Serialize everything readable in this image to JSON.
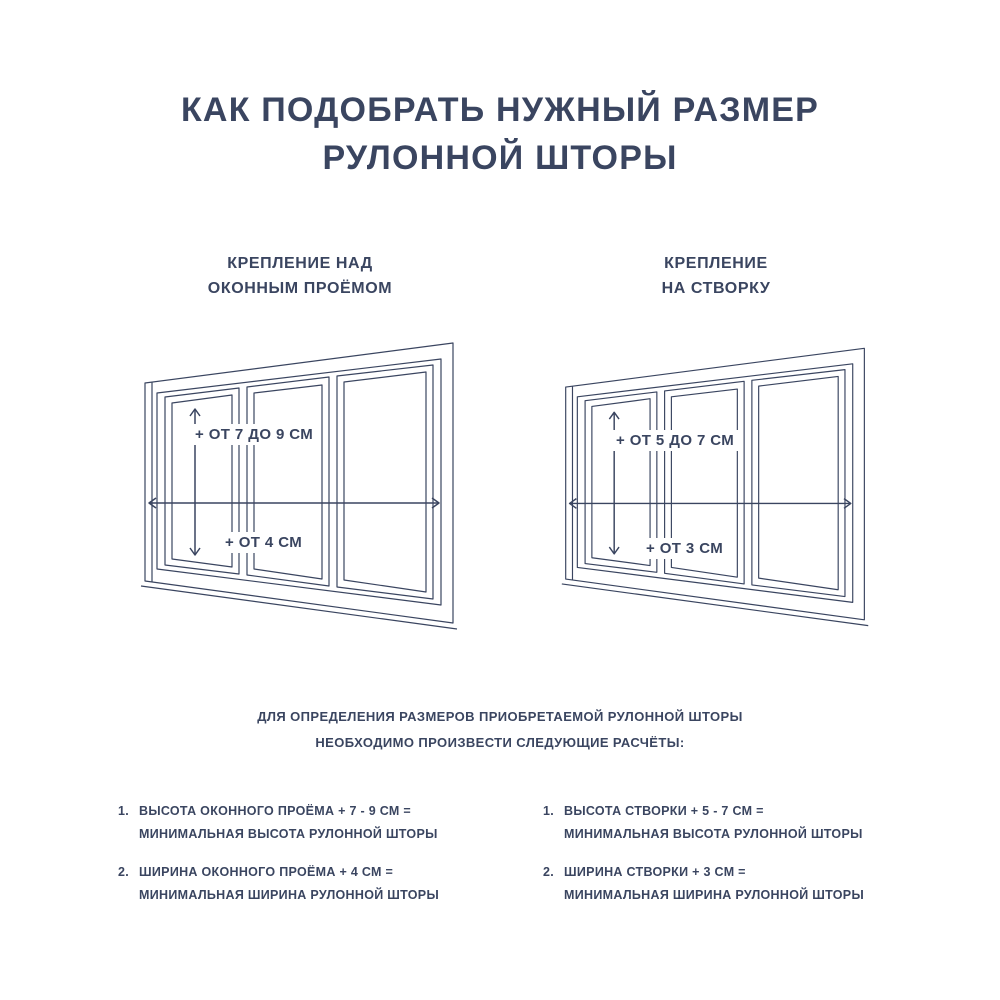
{
  "page": {
    "background": "#ffffff",
    "accent_color": "#3a4560"
  },
  "title": "КАК ПОДОБРАТЬ НУЖНЫЙ РАЗМЕР\nРУЛОННОЙ ШТОРЫ",
  "columns": {
    "left": {
      "heading": "КРЕПЛЕНИЕ НАД\nОКОННЫМ ПРОЁМОМ",
      "height_label": "+ ОТ 7 ДО 9 СМ",
      "width_label": "+ ОТ 4 СМ"
    },
    "right": {
      "heading": "КРЕПЛЕНИЕ\nНА СТВОРКУ",
      "height_label": "+ ОТ 5 ДО 7 СМ",
      "width_label": "+ ОТ 3 СМ"
    }
  },
  "subtitle": "ДЛЯ ОПРЕДЕЛЕНИЯ РАЗМЕРОВ ПРИОБРЕТАЕМОЙ РУЛОННОЙ ШТОРЫ\nНЕОБХОДИМО ПРОИЗВЕСТИ СЛЕДУЮЩИЕ РАСЧЁТЫ:",
  "calculations": {
    "left": [
      {
        "number": "1.",
        "text": "ВЫСОТА ОКОННОГО ПРОЁМА + 7 - 9 СМ =\nМИНИМАЛЬНАЯ ВЫСОТА РУЛОННОЙ ШТОРЫ"
      },
      {
        "number": "2.",
        "text": "ШИРИНА ОКОННОГО ПРОЁМА + 4 СМ =\nМИНИМАЛЬНАЯ ШИРИНА РУЛОННОЙ ШТОРЫ"
      }
    ],
    "right": [
      {
        "number": "1.",
        "text": "ВЫСОТА СТВОРКИ + 5 - 7 СМ =\nМИНИМАЛЬНАЯ ВЫСОТА РУЛОННОЙ ШТОРЫ"
      },
      {
        "number": "2.",
        "text": "ШИРИНА СТВОРКИ + 3 СМ =\nМИНИМАЛЬНАЯ ШИРИНА РУЛОННОЙ ШТОРЫ"
      }
    ]
  }
}
